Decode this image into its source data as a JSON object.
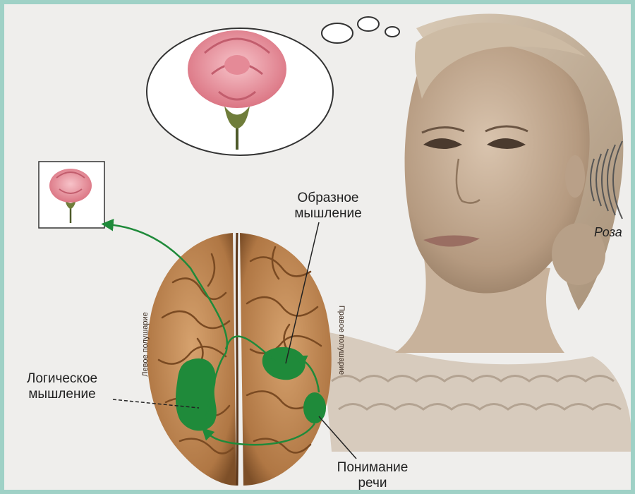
{
  "labels": {
    "imaginative_thinking": [
      "Образное",
      "мышление"
    ],
    "logical_thinking": [
      "Логическое",
      "мышление"
    ],
    "speech_understanding": [
      "Понимание",
      "речи"
    ],
    "spoken_word": "Роза",
    "left_hemisphere": "Левое полушарие",
    "right_hemisphere": "Правое полушарие"
  },
  "colors": {
    "frame": "#9fd1c6",
    "background": "#efeeec",
    "brain_zone": "#1f8a3a",
    "arrow": "#1f8a3a",
    "rose": "#e98a96"
  }
}
